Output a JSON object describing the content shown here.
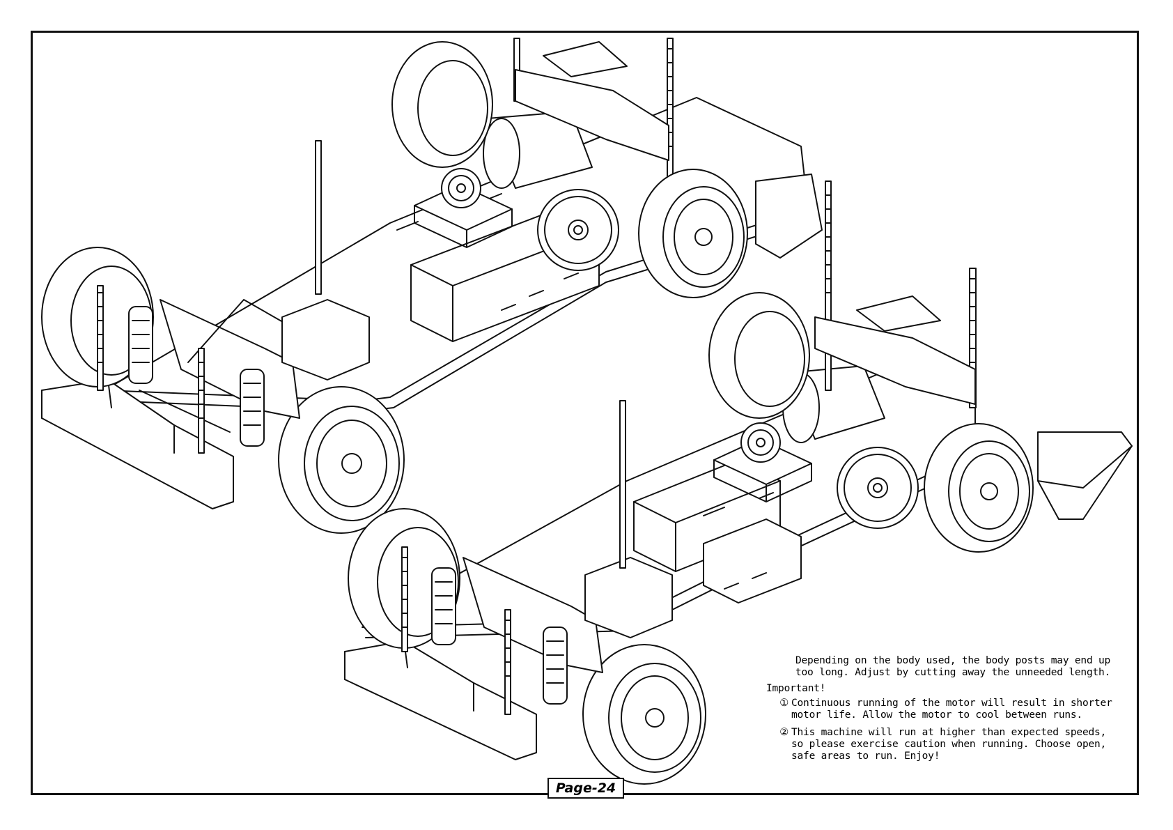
{
  "notes": {
    "body_posts": "Depending on the body used, the body posts may end up\ntoo long. Adjust by cutting away the unneeded length.",
    "important_heading": "Important!",
    "items": [
      {
        "marker": "①",
        "text": "Continuous running of the motor will result in shorter\nmotor life.  Allow the motor to cool between runs."
      },
      {
        "marker": "②",
        "text": "This machine will run at higher than expected speeds,\nso please exercise caution when running. Choose open,\nsafe areas to run.  Enjoy!"
      }
    ]
  },
  "footer": {
    "page_label": "Page-24"
  },
  "illustrations": {
    "top_chassis": "rc-chassis-line-drawing",
    "bottom_chassis": "rc-chassis-line-drawing"
  }
}
